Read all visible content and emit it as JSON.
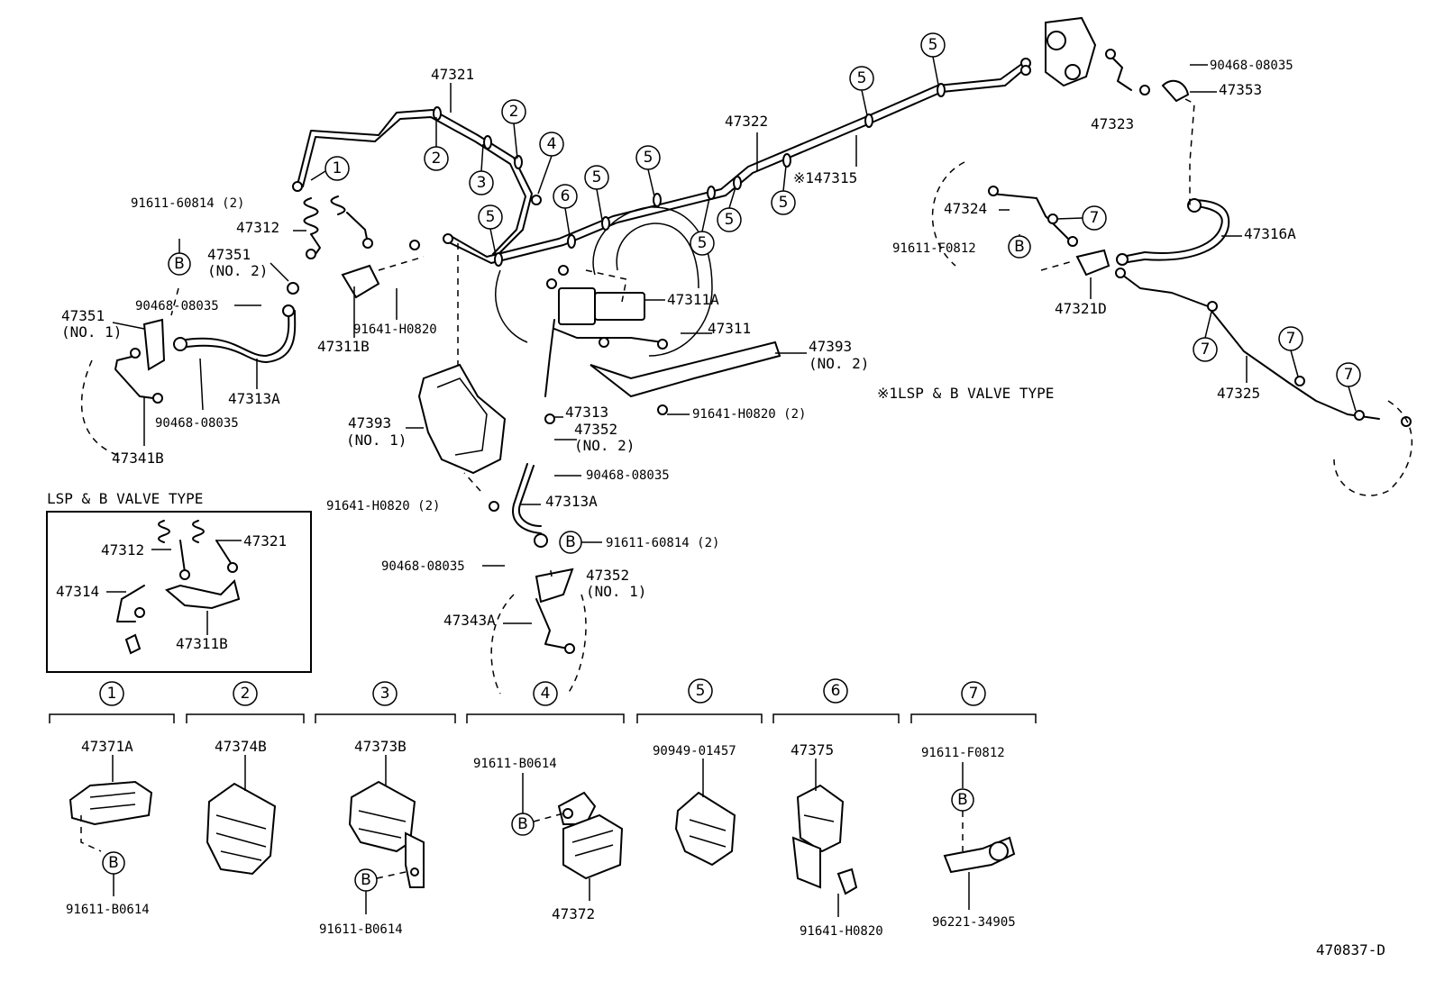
{
  "diagram": {
    "drawing_number": "470837-D",
    "note": "※1LSP & B VALVE TYPE",
    "inset_title": "LSP & B VALVE TYPE",
    "labels": {
      "p47321": "47321",
      "p47322": "47322",
      "p47315": "※147315",
      "p47312": "47312",
      "p91611_60814_2": "91611-60814 (2)",
      "p47351_no2": "47351",
      "p47351_no2_sub": "(NO. 2)",
      "p90468_08035_a": "90468-08035",
      "p47351_no1": "47351",
      "p47351_no1_sub": "(NO. 1)",
      "p47311b": "47311B",
      "p91641_h0820": "91641-H0820",
      "p47313a_left": "47313A",
      "p90468_08035_b": "90468-08035",
      "p47341b": "47341B",
      "p47311a": "47311A",
      "p47311": "47311",
      "p47393_no2": "47393",
      "p47393_no2_sub": "(NO. 2)",
      "p91641_h0820_2_right": "91641-H0820 (2)",
      "p47313": "47313",
      "p47352_no2": "47352",
      "p47352_no2_sub": "(NO. 2)",
      "p90468_08035_c": "90468-08035",
      "p47313a_mid": "47313A",
      "p47393_no1": "47393",
      "p47393_no1_sub": "(NO. 1)",
      "p91641_h0820_2_mid": "91641-H0820 (2)",
      "p91611_60814_2_mid": "91611-60814 (2)",
      "p90468_08035_d": "90468-08035",
      "p47352_no1": "47352",
      "p47352_no1_sub": "(NO. 1)",
      "p47343a": "47343A",
      "p90468_08035_top": "90468-08035",
      "p47353": "47353",
      "p47323": "47323",
      "p47324": "47324",
      "p91611_f0812": "91611-F0812",
      "p47316a": "47316A",
      "p47321d": "47321D",
      "p47325": "47325",
      "inset_47312": "47312",
      "inset_47321": "47321",
      "inset_47314": "47314",
      "inset_47311b": "47311B"
    },
    "callouts": {
      "one": "1",
      "two": "2",
      "three": "3",
      "four": "4",
      "five": "5",
      "six": "6",
      "seven": "7",
      "b": "B"
    },
    "bottom_groups": [
      {
        "num": "1",
        "parts": [
          "47371A",
          "91611-B0614"
        ]
      },
      {
        "num": "2",
        "parts": [
          "47374B"
        ]
      },
      {
        "num": "3",
        "parts": [
          "47373B",
          "91611-B0614"
        ]
      },
      {
        "num": "4",
        "parts": [
          "91611-B0614",
          "47372"
        ]
      },
      {
        "num": "5",
        "parts": [
          "90949-01457"
        ]
      },
      {
        "num": "6",
        "parts": [
          "47375",
          "91641-H0820"
        ]
      },
      {
        "num": "7",
        "parts": [
          "91611-F0812",
          "96221-34905"
        ]
      }
    ]
  }
}
